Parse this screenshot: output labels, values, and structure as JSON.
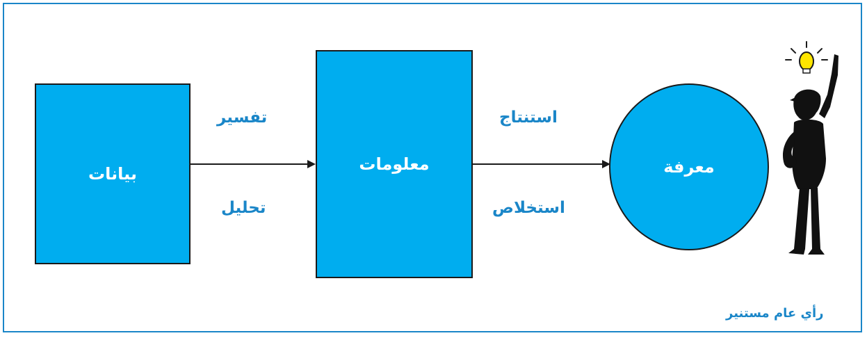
{
  "nodes": {
    "data": "بيانات",
    "information": "معلومات",
    "knowledge": "معرفة"
  },
  "edges": {
    "interpretation": "تفسير",
    "analysis": "تحليل",
    "inference": "استنتاج",
    "extraction": "استخلاص"
  },
  "caption": "رأي عام مستنير",
  "colors": {
    "node_fill": "#00adef",
    "label_blue": "#1a86c8",
    "outline": "#1a1a1a"
  },
  "icons": {
    "figure": "thinking-person-with-lightbulb-icon"
  }
}
